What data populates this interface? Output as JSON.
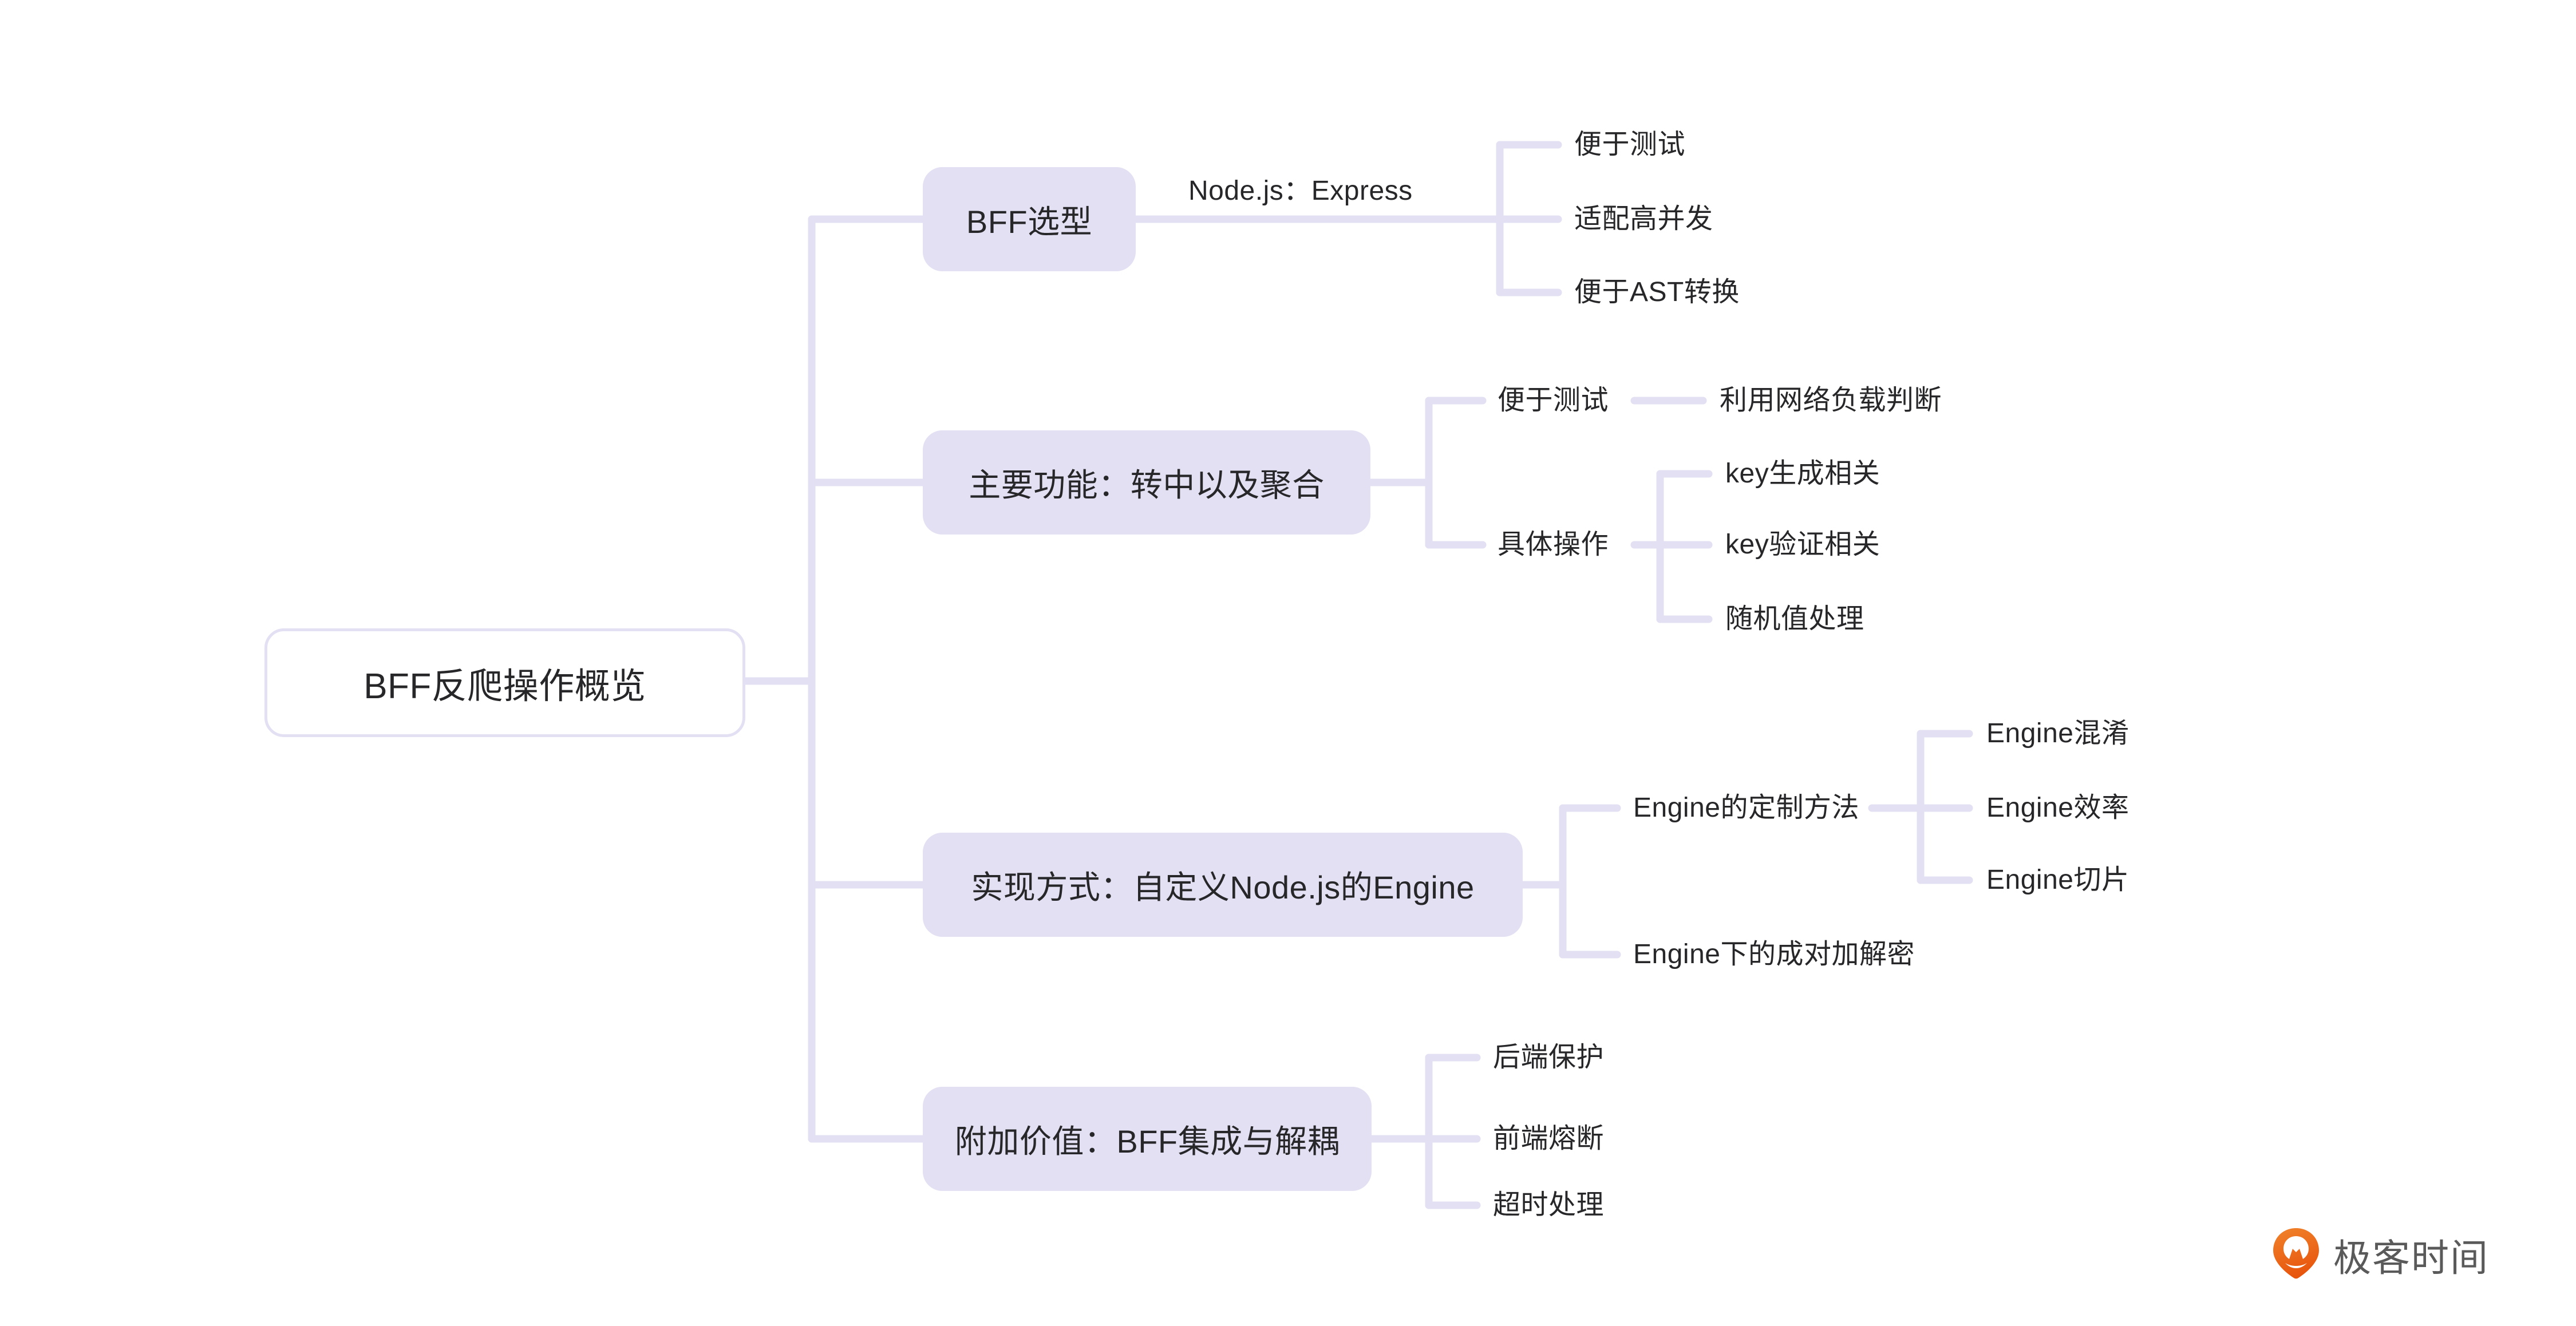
{
  "diagram": {
    "type": "mindmap",
    "root": {
      "label": "BFF反爬操作概览"
    },
    "branches": [
      {
        "id": "bff-selection",
        "label": "BFF选型",
        "edge_label": "Node.js：Express",
        "children": [
          {
            "label": "便于测试"
          },
          {
            "label": "适配高并发"
          },
          {
            "label": "便于AST转换"
          }
        ]
      },
      {
        "id": "main-function",
        "label": "主要功能：转中以及聚合",
        "children": [
          {
            "label": "便于测试",
            "children": [
              {
                "label": "利用网络负载判断"
              }
            ]
          },
          {
            "label": "具体操作",
            "children": [
              {
                "label": "key生成相关"
              },
              {
                "label": "key验证相关"
              },
              {
                "label": "随机值处理"
              }
            ]
          }
        ]
      },
      {
        "id": "implementation",
        "label": "实现方式：自定义Node.js的Engine",
        "children": [
          {
            "label": "Engine的定制方法",
            "children": [
              {
                "label": "Engine混淆"
              },
              {
                "label": "Engine效率"
              },
              {
                "label": "Engine切片"
              }
            ]
          },
          {
            "label": "Engine下的成对加解密"
          }
        ]
      },
      {
        "id": "extra-value",
        "label": "附加价值：BFF集成与解耦",
        "children": [
          {
            "label": "后端保护"
          },
          {
            "label": "前端熔断"
          },
          {
            "label": "超时处理"
          }
        ]
      }
    ]
  },
  "watermark": {
    "brand": "极客时间",
    "logo_icon": "geektime-pin-icon"
  },
  "colors": {
    "connector": "#E2E0F2",
    "node_fill": "#E2E0F2",
    "root_fill": "#FFFFFF",
    "root_border": "#E2E0F2",
    "text": "#27272A",
    "brand_orange": "#EF6C1A",
    "brand_gray": "#5A5A5A",
    "background": "#FFFFFF"
  }
}
